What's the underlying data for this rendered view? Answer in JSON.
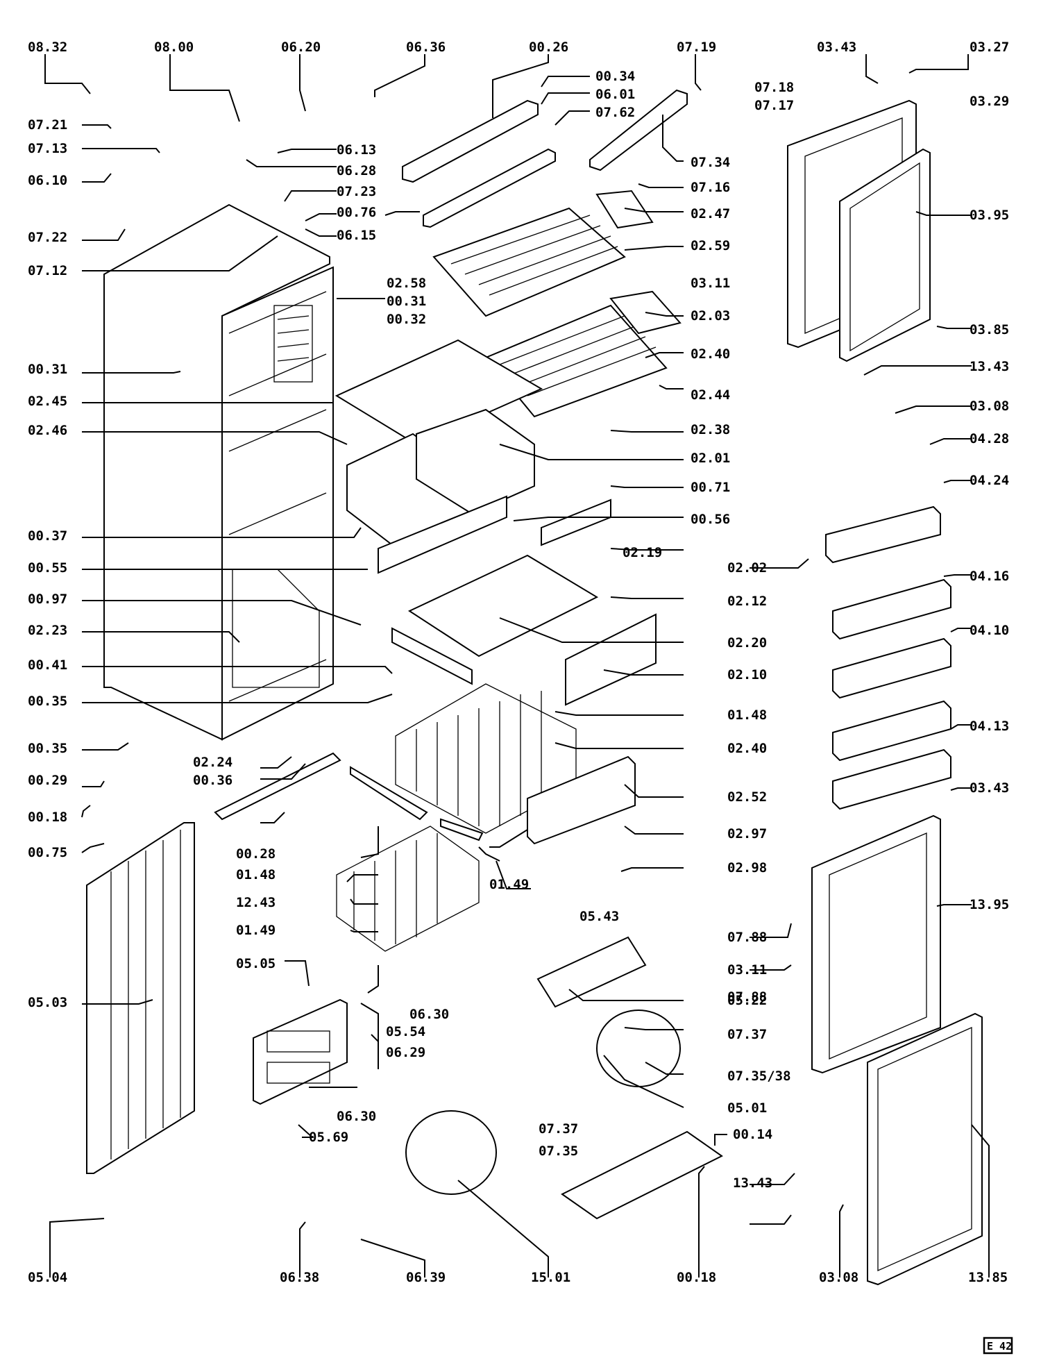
{
  "diagram": {
    "labels": [
      "08.32",
      "08.00",
      "06.20",
      "06.36",
      "00.26",
      "07.19",
      "03.43",
      "03.27",
      "00.34",
      "06.01",
      "07.62",
      "07.18",
      "07.17",
      "07.21",
      "07.13",
      "06.13",
      "06.28",
      "06.10",
      "07.34",
      "03.29",
      "07.16",
      "07.23",
      "07.22",
      "06.15",
      "00.76",
      "02.47",
      "03.95",
      "07.12",
      "02.59",
      "02.58",
      "03.11",
      "00.31",
      "00.32",
      "02.03",
      "03.85",
      "00.31",
      "02.40",
      "13.43",
      "02.45",
      "02.44",
      "03.08",
      "02.46",
      "02.38",
      "04.28",
      "02.01",
      "00.71",
      "04.24",
      "00.37",
      "00.56",
      "02.19",
      "02.02",
      "00.55",
      "04.16",
      "00.97",
      "02.12",
      "04.10",
      "02.23",
      "02.20",
      "00.41",
      "02.10",
      "00.35",
      "01.48",
      "04.13",
      "00.35",
      "02.24",
      "02.40",
      "00.29",
      "00.36",
      "03.43",
      "02.52",
      "00.18",
      "00.28",
      "02.97",
      "00.75",
      "02.98",
      "01.48",
      "01.49",
      "12.43",
      "05.43",
      "07.88",
      "13.95",
      "01.49",
      "03.11",
      "05.05",
      "07.88",
      "05.22",
      "05.03",
      "06.30",
      "05.54",
      "07.37",
      "06.29",
      "07.35/38",
      "05.01",
      "06.30",
      "05.69",
      "07.37",
      "00.14",
      "07.35",
      "13.43",
      "05.04",
      "06.38",
      "06.39",
      "15.01",
      "00.18",
      "03.08",
      "13.85"
    ],
    "page_code": "E 42"
  }
}
